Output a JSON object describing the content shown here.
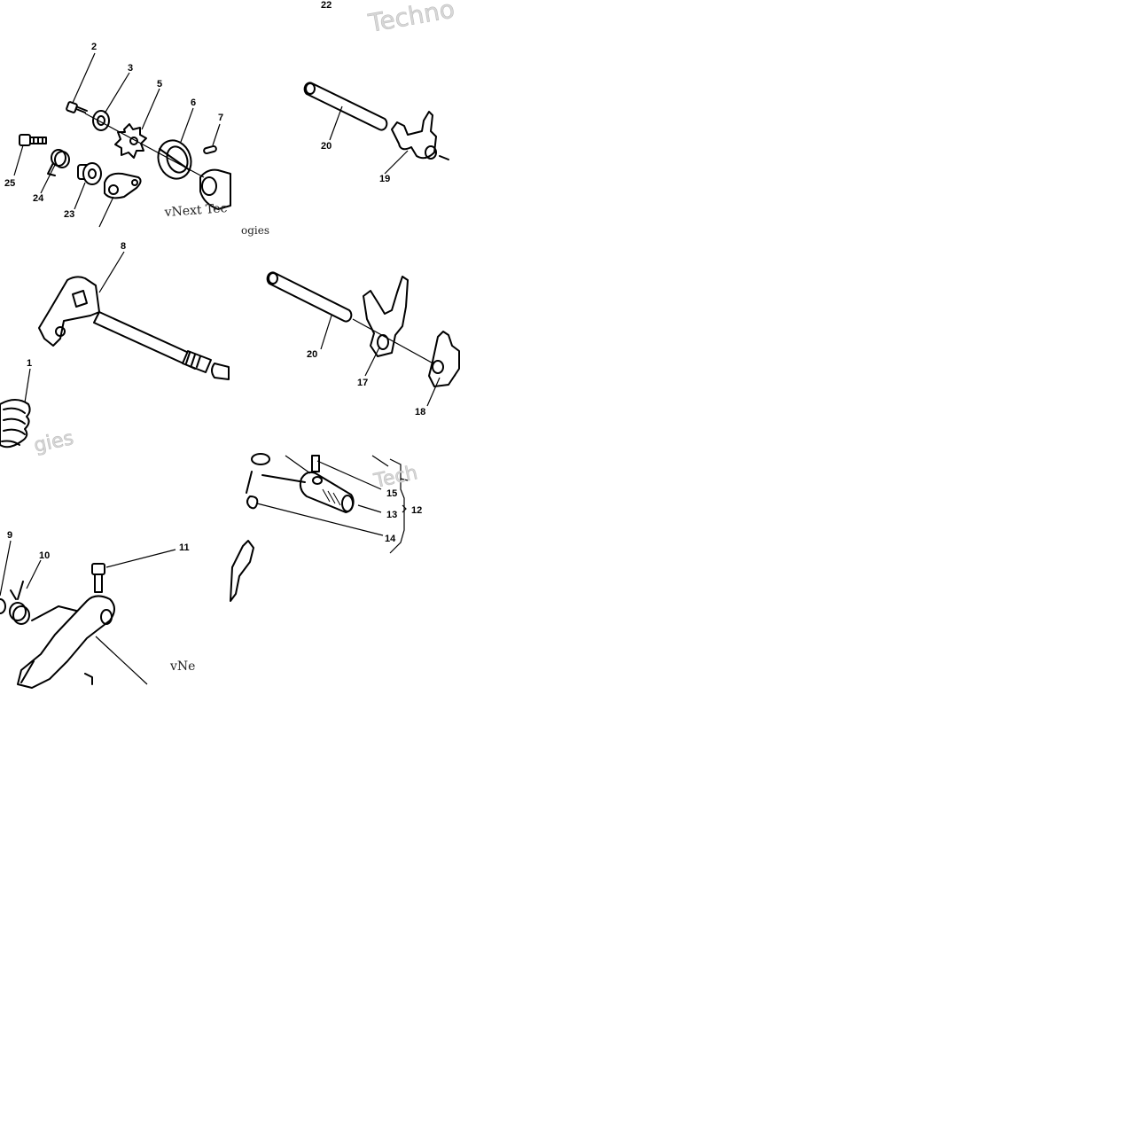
{
  "watermarks": [
    {
      "id": "wm1",
      "text": "Techno"
    },
    {
      "id": "wm2",
      "text": "vNext Tec"
    },
    {
      "id": "wm3",
      "text": "ogies"
    },
    {
      "id": "wm4",
      "text": "gies"
    },
    {
      "id": "wm5",
      "text": "Tech"
    },
    {
      "id": "wm6",
      "text": "vNe"
    }
  ],
  "callouts": {
    "c22": "22",
    "c2": "2",
    "c3": "3",
    "c5": "5",
    "c6": "6",
    "c7": "7",
    "c25": "25",
    "c24": "24",
    "c23": "23",
    "c20a": "20",
    "c19": "19",
    "c8": "8",
    "c1": "1",
    "c20b": "20",
    "c17": "17",
    "c18": "18",
    "c15": "15",
    "c13": "13",
    "c12": "12",
    "c14": "14",
    "c9": "9",
    "c10": "10",
    "c11": "11"
  }
}
